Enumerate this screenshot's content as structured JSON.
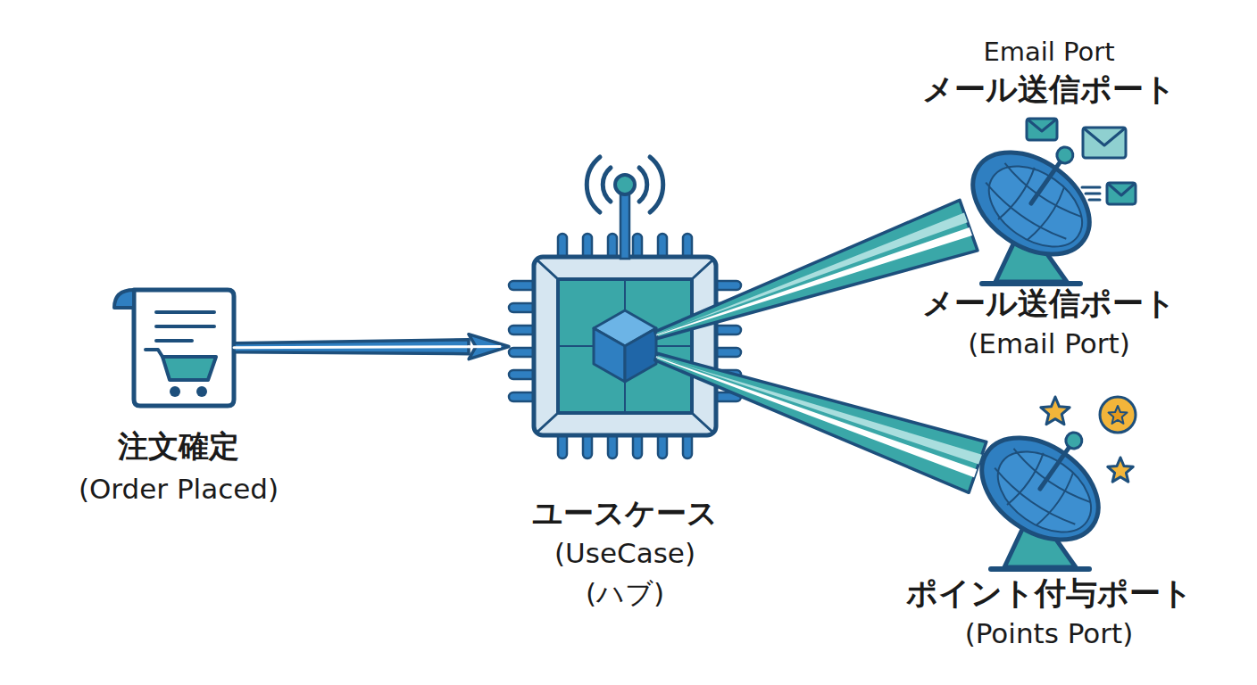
{
  "diagram": {
    "nodes": [
      {
        "text": [
          "注文確定",
          "(Order Placed)"
        ]
      },
      {
        "text": [
          "ユースケース",
          "(UseCase)",
          "(ハブ)"
        ]
      },
      {
        "text": [
          "Email Port",
          "メール送信ポート",
          "メール送信ポート",
          "(Email Port)"
        ]
      },
      {
        "text": [
          "ポイント付与ポート",
          "(Points Port)"
        ]
      }
    ],
    "edges": [
      {
        "from": 0,
        "to": 1,
        "arrow": "to"
      },
      {
        "from": 1,
        "to": 2,
        "arrow": "none"
      },
      {
        "from": 1,
        "to": 3,
        "arrow": "none"
      }
    ]
  }
}
